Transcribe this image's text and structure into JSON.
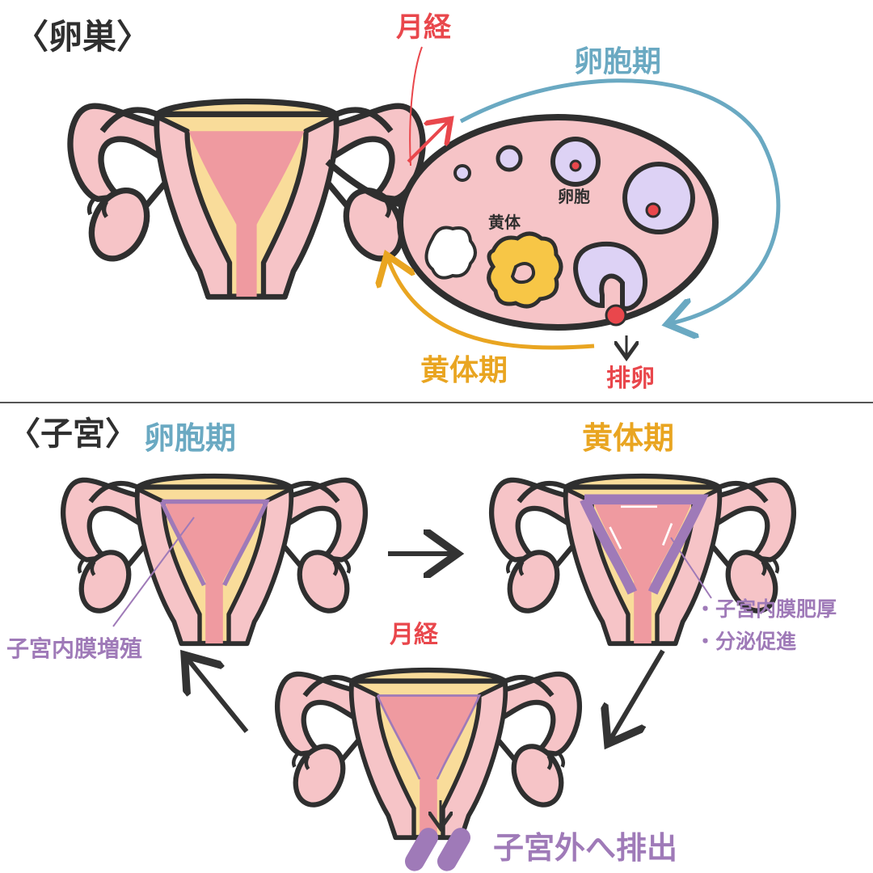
{
  "ovary_section": {
    "header": "〈卵巣〉",
    "menstruation_label": "月経",
    "follicular_phase_label": "卵胞期",
    "follicle_label": "卵胞",
    "corpus_luteum_label": "黄体",
    "luteal_phase_label": "黄体期",
    "ovulation_label": "排卵"
  },
  "uterus_section": {
    "header": "〈子宮〉",
    "follicular_phase_label": "卵胞期",
    "luteal_phase_label": "黄体期",
    "menstruation_label": "月経",
    "endometrium_proliferation_label": "子宮内膜増殖",
    "luteal_notes": [
      "・子宮内膜肥厚",
      "・分泌促進"
    ],
    "discharge_label": "子宮外へ排出"
  },
  "colors": {
    "outline": "#2f2f2f",
    "uterus_pink": "#f6c4c7",
    "cavity_red": "#ef9aa0",
    "cervix_yellow": "#f9dc9a",
    "follicular_blue": "#6aa9c2",
    "luteal_orange": "#e9a521",
    "menstrual_red": "#e9474c",
    "endometrium_purple": "#9f7ab8",
    "follicle_lavender": "#ddd2f5"
  }
}
